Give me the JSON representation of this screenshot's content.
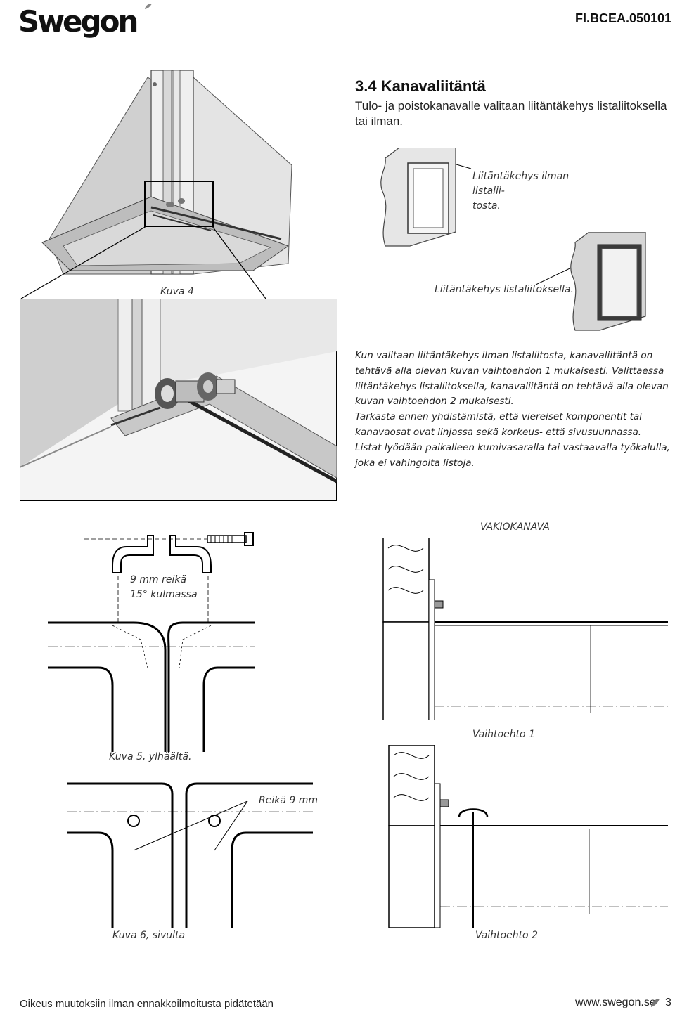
{
  "header": {
    "brand": "Swegon",
    "doc_code": "FI.BCEA.050101"
  },
  "section": {
    "title": "3.4 Kanavaliitäntä",
    "intro": "Tulo- ja poistokanavalle valitaan liitäntäkehys listaliitoksella tai ilman."
  },
  "figures": {
    "fig4_caption": "Kuva 4",
    "frame_without_strip": "Liitäntäkehys ilman listalii-\ntosta.",
    "frame_with_strip": "Liitäntäkehys listaliitoksella.",
    "hole_label_1": "9 mm reikä",
    "hole_label_2": "15° kulmassa",
    "fig5_caption": "Kuva 5, ylhäältä.",
    "hole_label_3": "Reikä 9 mm",
    "fig6_caption": "Kuva 6, sivulta",
    "standard_duct": "VAKIOKANAVA",
    "option1": "Vaihtoehto 1",
    "option2": "Vaihtoehto 2"
  },
  "body": {
    "p1": "Kun valitaan liitäntäkehys ilman listaliitosta, kanavaliitäntä on tehtävä alla olevan kuvan vaihtoehdon 1 mukaisesti. Valittaessa liitäntäkehys listaliitoksella, kanavaliitäntä on tehtävä alla olevan kuvan vaihtoehdon 2 mukaisesti.",
    "p2": "Tarkasta ennen yhdistämistä, että viereiset komponentit tai kanavaosat ovat linjassa sekä korkeus- että sivusuunnassa.",
    "p3": "Listat lyödään paikalleen kumivasaralla tai vastaavalla työkalulla, joka ei vahingoita listoja."
  },
  "footer": {
    "disclaimer": "Oikeus muutoksiin ilman ennakkoilmoitusta pidätetään",
    "website": "www.swegon.se",
    "page": "3"
  }
}
